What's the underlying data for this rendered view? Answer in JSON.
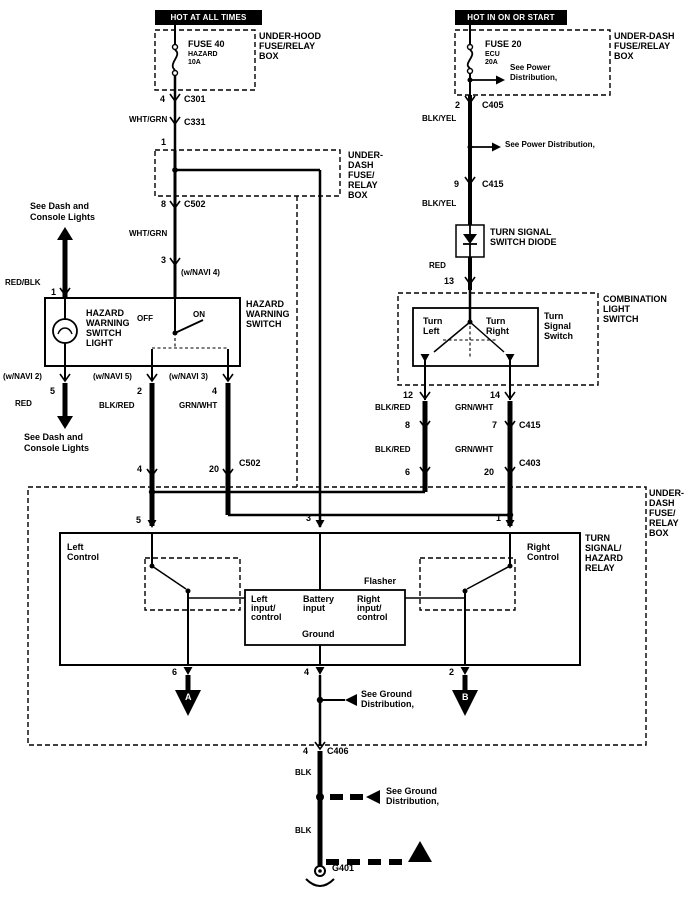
{
  "colors": {
    "ink": "#000000",
    "paper": "#ffffff"
  },
  "left": {
    "header": "HOT AT ALL TIMES",
    "fusebox_label": [
      "UNDER-HOOD",
      "FUSE/RELAY",
      "BOX"
    ],
    "fuse_name": "FUSE 40",
    "fuse_rating": [
      "HAZARD",
      "10A"
    ],
    "pin_4a": "4",
    "c301": "C301",
    "wire_whtgrn_1": "WHT/GRN",
    "c331": "C331",
    "pin_1a": "1",
    "underdash_label": [
      "UNDER-",
      "DASH",
      "FUSE/",
      "RELAY",
      "BOX"
    ],
    "pin_8": "8",
    "c502_top": "C502",
    "wire_whtgrn_2": "WHT/GRN",
    "pin_3": "3",
    "navi4": "(w/NAVI 4)",
    "see_dash_top": [
      "See Dash and",
      "Console Lights"
    ],
    "wire_redblk": "RED/BLK",
    "pin_1b": "1",
    "switch_light_label": [
      "HAZARD",
      "WARNING",
      "SWITCH",
      "LIGHT"
    ],
    "switch_off": "OFF",
    "switch_on": "ON",
    "switch_label": [
      "HAZARD",
      "WARNING",
      "SWITCH"
    ],
    "navi2": "(w/NAVI 2)",
    "pin_5": "5",
    "wire_red": "RED",
    "see_dash_bottom": [
      "See Dash and",
      "Console Lights"
    ],
    "navi5": "(w/NAVI 5)",
    "pin_2": "2",
    "wire_blkred": "BLK/RED",
    "navi3": "(w/NAVI 3)",
    "pin_4b": "4",
    "wire_grnwht": "GRN/WHT",
    "pin_4c": "4",
    "pin_20": "20",
    "c502_bottom": "C502"
  },
  "right": {
    "header": "HOT IN ON OR START",
    "fusebox_label": [
      "UNDER-DASH",
      "FUSE/RELAY",
      "BOX"
    ],
    "fuse_name": "FUSE 20",
    "fuse_rating": [
      "ECU",
      "20A"
    ],
    "see_power_1": [
      "See Power",
      "Distribution,"
    ],
    "pin_2": "2",
    "c405": "C405",
    "wire_blkyel_1": "BLK/YEL",
    "see_power_2": "See Power Distribution,",
    "pin_9": "9",
    "c415_top": "C415",
    "wire_blkyel_2": "BLK/YEL",
    "diode_label": [
      "TURN SIGNAL",
      "SWITCH DIODE"
    ],
    "wire_red": "RED",
    "pin_13": "13",
    "comb_label": [
      "COMBINATION",
      "LIGHT",
      "SWITCH"
    ],
    "turn_left": [
      "Turn",
      "Left"
    ],
    "turn_right": [
      "Turn",
      "Right"
    ],
    "tss_label": [
      "Turn",
      "Signal",
      "Switch"
    ],
    "pin_12": "12",
    "pin_14": "14",
    "wire_blkred_1": "BLK/RED",
    "wire_grnwht_1": "GRN/WHT",
    "pin_8": "8",
    "pin_7": "7",
    "c415_bottom": "C415",
    "wire_blkred_2": "BLK/RED",
    "wire_grnwht_2": "GRN/WHT",
    "pin_6": "6",
    "pin_20": "20",
    "c403": "C403"
  },
  "relay": {
    "box_label": [
      "UNDER-",
      "DASH",
      "FUSE/",
      "RELAY",
      "BOX"
    ],
    "pin_5": "5",
    "pin_3": "3",
    "pin_1": "1",
    "label": [
      "TURN",
      "SIGNAL/",
      "HAZARD",
      "RELAY"
    ],
    "left_control": [
      "Left",
      "Control"
    ],
    "right_control": [
      "Right",
      "Control"
    ],
    "flasher": "Flasher",
    "flasher_left": [
      "Left",
      "input/",
      "control"
    ],
    "flasher_battery": [
      "Battery",
      "input"
    ],
    "flasher_right": [
      "Right",
      "input/",
      "control"
    ],
    "flasher_ground": "Ground",
    "pin_6": "6",
    "pin_4": "4",
    "pin_2": "2",
    "splice_a": "A",
    "splice_b": "B",
    "see_ground": [
      "See Ground",
      "Distribution,"
    ]
  },
  "bottom": {
    "pin_4": "4",
    "c406": "C406",
    "wire_blk_1": "BLK",
    "see_ground": [
      "See Ground",
      "Distribution,"
    ],
    "wire_blk_2": "BLK",
    "ground_id": "G401"
  }
}
